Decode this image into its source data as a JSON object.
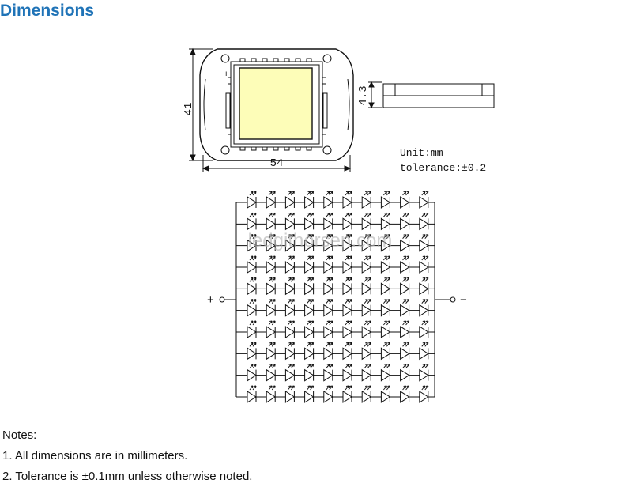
{
  "heading": "Dimensions",
  "drawing": {
    "width_label": "54",
    "height_label": "41",
    "thickness_label": "4.3",
    "unit_label": "Unit:mm",
    "tolerance_label": "tolerance:±0.2",
    "watermark": "ledgithorsen.com",
    "plus_label": "+",
    "minus_label": "−",
    "led_rows": 10,
    "led_columns": 10
  },
  "notes": {
    "title": "Notes:",
    "items": [
      "1. All dimensions are in millimeters.",
      "2. Tolerance is ±0.1mm unless otherwise noted."
    ]
  },
  "colors": {
    "heading": "#1f73b7",
    "led_face": "#fdfdb8",
    "line": "#111111"
  }
}
